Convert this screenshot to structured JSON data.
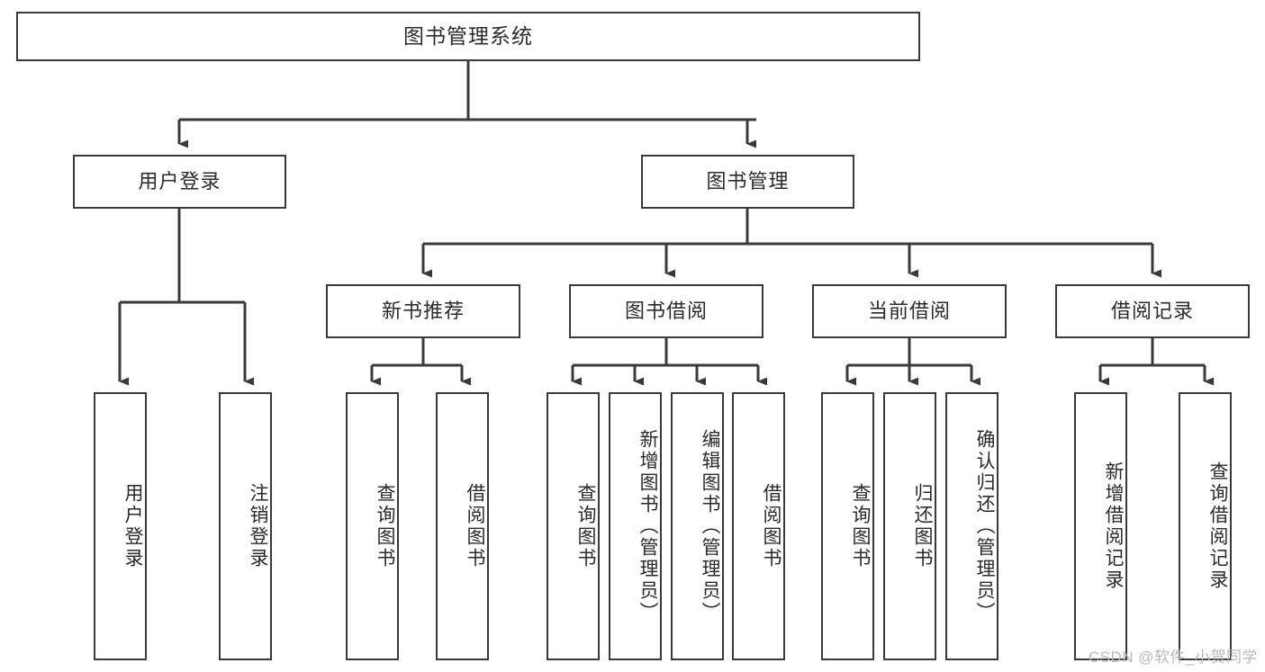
{
  "diagram": {
    "title": "图书管理系统",
    "type": "tree",
    "colors": {
      "box_border": "#3a3a3a",
      "box_fill": "#ffffff",
      "edge": "#3a3a3a",
      "text": "#2b2b2b",
      "watermark": "#b9b9b9"
    },
    "root": {
      "label": "图书管理系统"
    },
    "level2": [
      {
        "label": "用户登录"
      },
      {
        "label": "图书管理"
      }
    ],
    "level3": [
      {
        "label": "新书推荐"
      },
      {
        "label": "图书借阅"
      },
      {
        "label": "当前借阅"
      },
      {
        "label": "借阅记录"
      }
    ],
    "leaves": {
      "user_login": [
        {
          "label": "用户登录"
        },
        {
          "label": "注销登录"
        }
      ],
      "new_book_recommend": [
        {
          "label": "查询图书"
        },
        {
          "label": "借阅图书"
        }
      ],
      "book_borrow": [
        {
          "label": "查询图书"
        },
        {
          "label": "新增图书（管理员）"
        },
        {
          "label": "编辑图书（管理员）"
        },
        {
          "label": "借阅图书"
        }
      ],
      "current_borrow": [
        {
          "label": "查询图书"
        },
        {
          "label": "归还图书"
        },
        {
          "label": "确认归还（管理员）"
        }
      ],
      "borrow_record": [
        {
          "label": "新增借阅记录"
        },
        {
          "label": "查询借阅记录"
        }
      ]
    }
  },
  "watermark": {
    "text": "CSDN @软件_小贺同学"
  }
}
